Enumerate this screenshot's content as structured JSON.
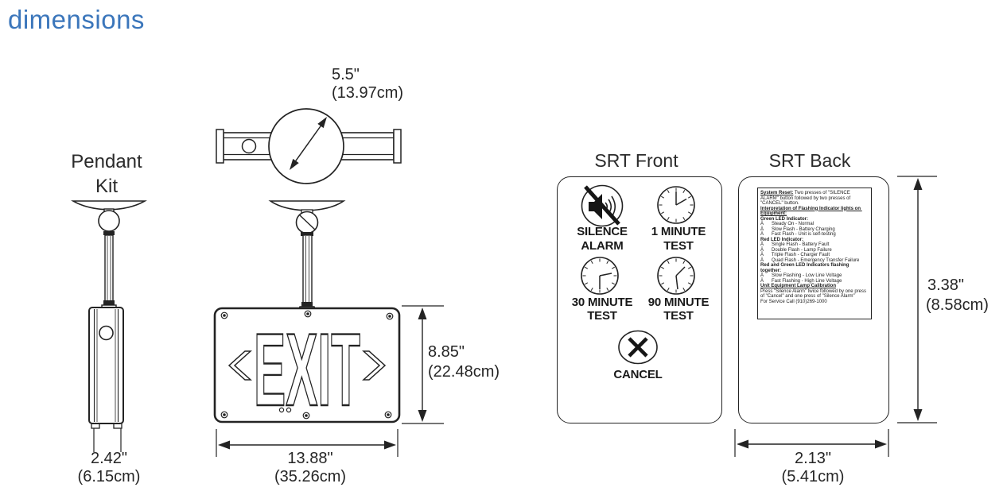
{
  "page": {
    "title": "dimensions"
  },
  "colors": {
    "accent": "#3b76bb",
    "line": "#232323",
    "background": "#ffffff"
  },
  "pendant_kit": {
    "label": [
      "Pendant",
      "Kit"
    ],
    "width_in": "2.42\"",
    "width_cm": "(6.15cm)"
  },
  "canopy_top_view": {
    "diameter_in": "5.5\"",
    "diameter_cm": "(13.97cm)"
  },
  "exit_sign": {
    "face_text": "EXIT",
    "height_in": "8.85\"",
    "height_cm": "(22.48cm)",
    "width_in": "13.88\"",
    "width_cm": "(35.26cm)"
  },
  "srt_front": {
    "title": "SRT Front",
    "silence_alarm": {
      "icon": "muted-speaker-icon",
      "line1": "SILENCE",
      "line2": "ALARM"
    },
    "test_1": {
      "icon": "clock-1-minute-icon",
      "line1": "1 MINUTE",
      "line2": "TEST"
    },
    "test_30": {
      "icon": "clock-30-minute-icon",
      "line1": "30 MINUTE",
      "line2": "TEST"
    },
    "test_90": {
      "icon": "clock-90-minute-icon",
      "line1": "90 MINUTE",
      "line2": "TEST"
    },
    "cancel": {
      "icon": "x-circle-icon",
      "label": "CANCEL"
    }
  },
  "srt_back": {
    "title": "SRT Back",
    "height_in": "3.38\"",
    "height_cm": "(8.58cm)",
    "width_in": "2.13\"",
    "width_cm": "(5.41cm)",
    "instruction_label": {
      "reset_head": "System Reset:",
      "reset_rest": " Two presses of \"SILENCE ALARM\" button followed by two presses of \"CANCEL\" button.",
      "interpretation": "Interpretation of Flashing Indicator lights on Equipment:",
      "green_head": "Green LED Indicator:",
      "green_items": [
        "Ä      Steady On - Normal",
        "Ä      Slow Flash - Battery Charging",
        "Ä      Fast Flash - Unit is self-testing"
      ],
      "red_head": "Red LED Indicator:",
      "red_items": [
        "Ä      Single Flash - Battery Fault",
        "Ä      Double Flash - Lamp Failure",
        "Ä      Triple Flash - Charger Fault",
        "Ä      Quad Flash - Emergency Transfer Failure"
      ],
      "both_head": "Red and Green LED Indicators flashing together:",
      "both_items": [
        "Ä      Slow Flashing - Low Line Voltage",
        "Ä      Fast Flashing - High Line Voltage"
      ],
      "calibration_head": "Unit Equipment Lamp Calibration",
      "calibration_text": "Press \"Silence Alarm\" twice followed by one press of \"Cancel\" and one press of \"Silence Alarm\"",
      "service": "For Service Call (910)269-1000"
    }
  }
}
